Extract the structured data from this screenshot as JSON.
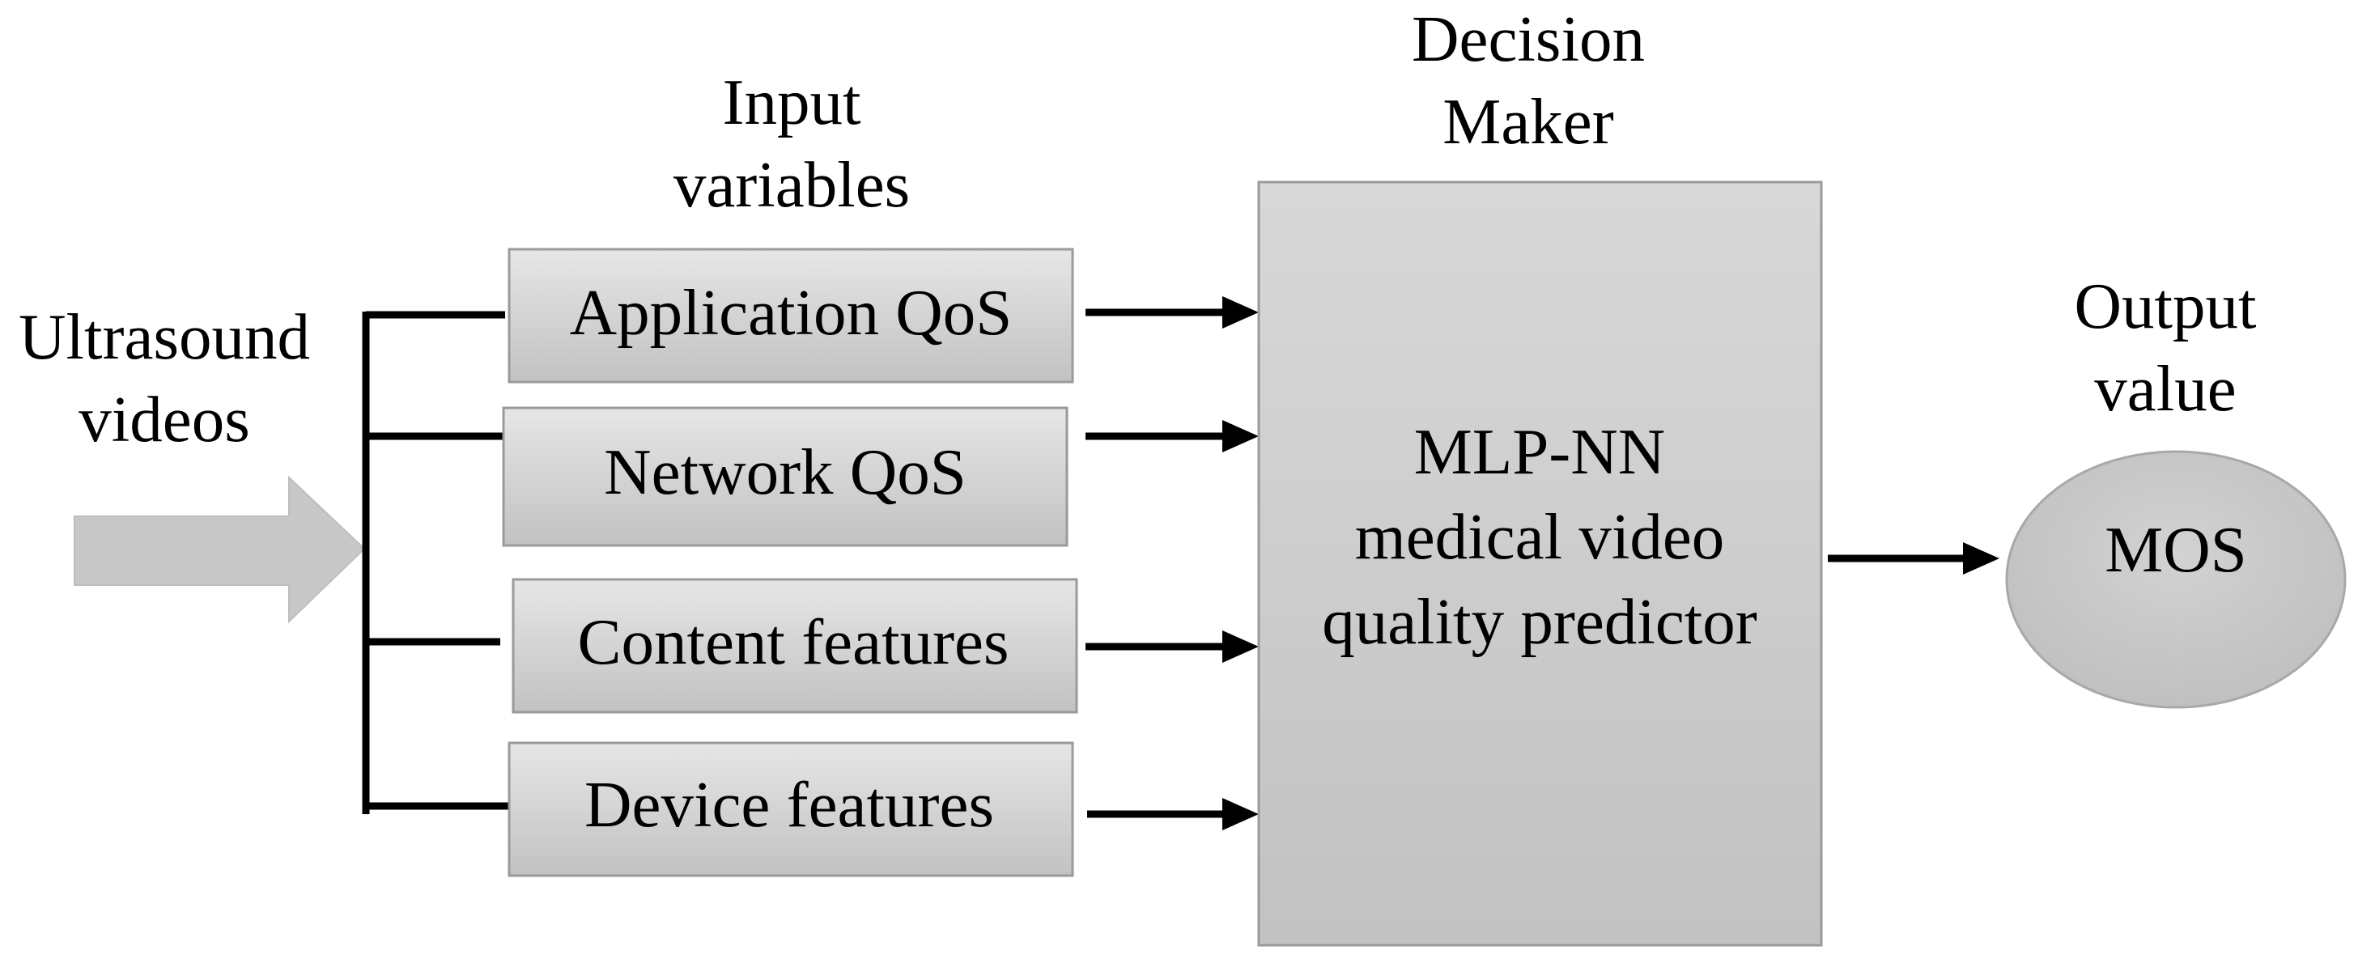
{
  "source": {
    "label_lines": [
      "Ultrasound",
      "videos"
    ]
  },
  "input_group": {
    "heading_lines": [
      "Input",
      "variables"
    ],
    "items": [
      {
        "label": "Application QoS"
      },
      {
        "label": "Network QoS"
      },
      {
        "label": "Content features"
      },
      {
        "label": "Device features"
      }
    ]
  },
  "decision": {
    "heading_lines": [
      "Decision",
      "Maker"
    ],
    "body_lines": [
      "MLP-NN",
      "medical video",
      "quality predictor"
    ]
  },
  "output": {
    "heading_lines": [
      "Output",
      "value"
    ],
    "label": "MOS"
  },
  "colors": {
    "box_fill_top": "#e6e6e6",
    "box_fill_bottom": "#c2c2c2",
    "box_stroke": "#9a9a9a",
    "line": "#000000",
    "text": "#000000"
  }
}
